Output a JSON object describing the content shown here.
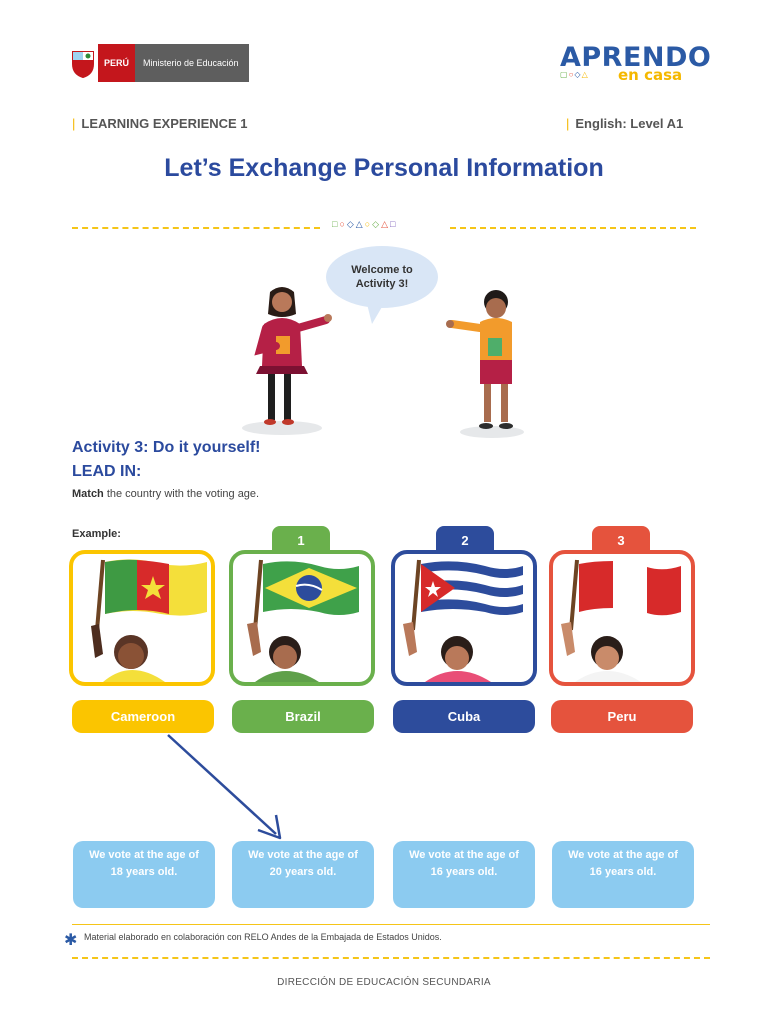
{
  "header": {
    "peru_label": "PERÚ",
    "ministry_label": "Ministerio de Educación",
    "brand_main": "APRENDO",
    "brand_sub": "en casa",
    "experience": "LEARNING EXPERIENCE 1",
    "level": "English: Level A1"
  },
  "title": "Let’s Exchange Personal Information",
  "bubble": {
    "line1": "Welcome to",
    "line2": "Activity 3!"
  },
  "activity": {
    "title": "Activity 3: Do it yourself!",
    "subtitle": "LEAD IN:",
    "instruction_bold": "Match",
    "instruction_rest": " the country with the voting age.",
    "example_label": "Example:"
  },
  "countries": [
    {
      "name": "Cameroon",
      "number": "",
      "color": "#fbc500"
    },
    {
      "name": "Brazil",
      "number": "1",
      "color": "#6ab04c"
    },
    {
      "name": "Cuba",
      "number": "2",
      "color": "#2d4c9c"
    },
    {
      "name": "Peru",
      "number": "3",
      "color": "#e5533d"
    }
  ],
  "voting_ages": [
    "We vote at the age of 18 years old.",
    "We vote at the age of 20 years old.",
    "We vote at the age of 16 years old.",
    "We vote at the age of 16 years old."
  ],
  "colors": {
    "title_blue": "#2b4a9e",
    "accent_yellow": "#f5c518",
    "vote_box": "#8ccbf0"
  },
  "footer": {
    "note": "Material elaborado en colaboración con RELO Andes de la Embajada de Estados Unidos.",
    "department": "DIRECCIÓN DE EDUCACIÓN SECUNDARIA"
  }
}
